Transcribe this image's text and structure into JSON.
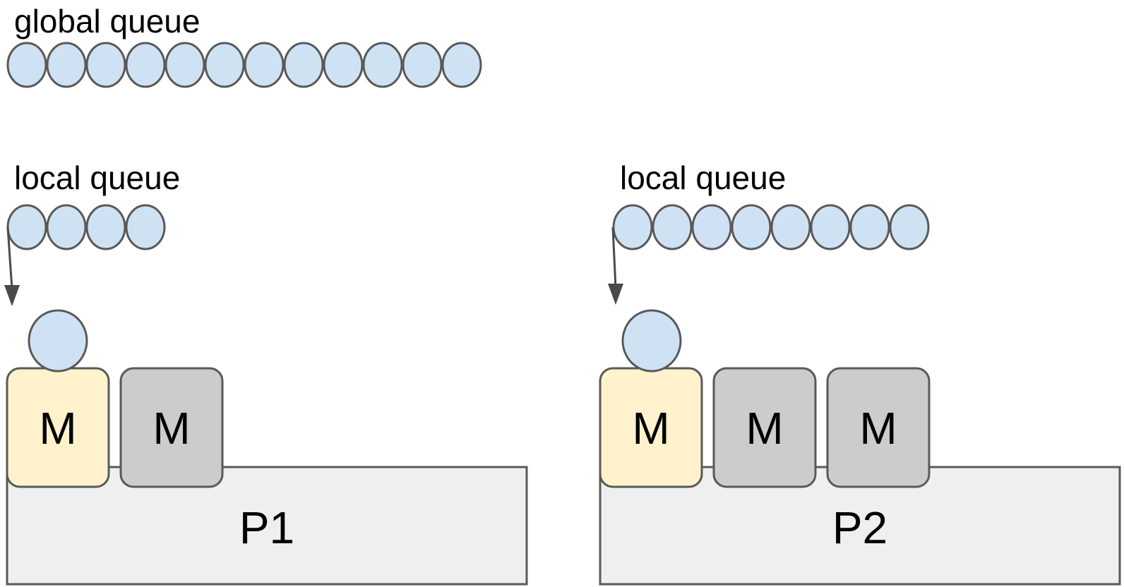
{
  "colors": {
    "goroutine_fill": "#cfe2f3",
    "outline": "#595959",
    "machine_active_fill": "#fff2cc",
    "machine_idle_fill": "#cccccc",
    "processor_fill": "#efefef",
    "arrow": "#4a4a4a"
  },
  "global_queue": {
    "label": "global queue",
    "goroutine_count": 12
  },
  "processors": [
    {
      "name": "P1",
      "local_queue_label": "local queue",
      "local_queue_count": 4,
      "running_goroutine": true,
      "machines": [
        {
          "label": "M",
          "state": "active"
        },
        {
          "label": "M",
          "state": "idle"
        }
      ]
    },
    {
      "name": "P2",
      "local_queue_label": "local queue",
      "local_queue_count": 8,
      "running_goroutine": true,
      "machines": [
        {
          "label": "M",
          "state": "active"
        },
        {
          "label": "M",
          "state": "idle"
        },
        {
          "label": "M",
          "state": "idle"
        }
      ]
    }
  ]
}
